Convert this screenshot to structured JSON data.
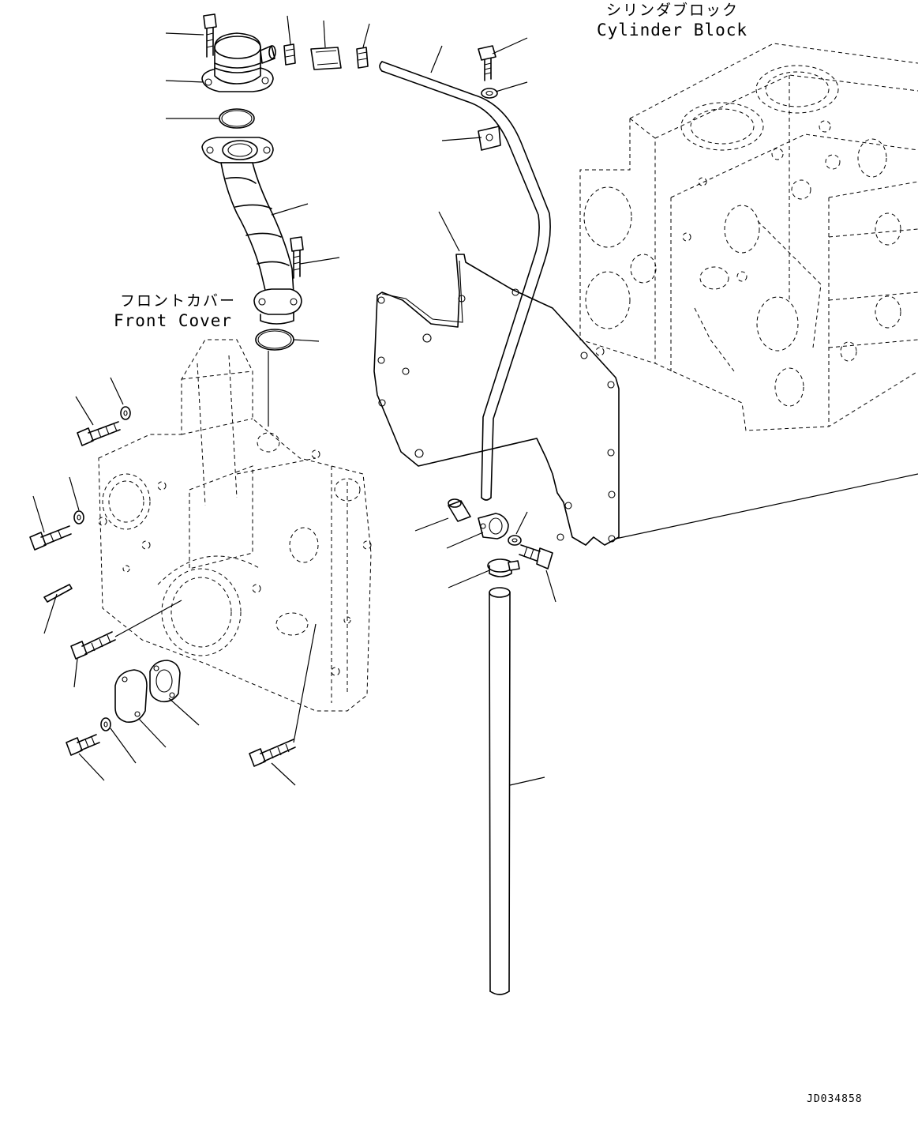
{
  "labels": {
    "cylinder_block_jp": "シリンダブロック",
    "cylinder_block_en": "Cylinder Block",
    "front_cover_jp": "フロントカバー",
    "front_cover_en": "Front Cover",
    "drawing_code": "JD034858"
  },
  "parts": [
    "bolt-top-left",
    "breather-housing",
    "o-ring-upper",
    "elbow-pipe",
    "bolt-mid",
    "o-ring-lower",
    "hose-clamp-small-1",
    "hose-connector",
    "hose-clamp-small-2",
    "breather-tube",
    "bolt-bracket",
    "washer-bracket",
    "bracket-plate",
    "gasket-front",
    "spacer",
    "clip",
    "washer-clip",
    "bolt-clip",
    "hose-clamp",
    "drain-tube",
    "bolt-cover-1",
    "washer-cover-1",
    "bolt-cover-2",
    "washer-cover-2",
    "pin",
    "bolt-cover-3",
    "blind-plate",
    "gasket-plate",
    "bolt-plate",
    "washer-plate",
    "bolt-cover-4"
  ],
  "colors": {
    "line": "#000000",
    "background": "#ffffff"
  }
}
